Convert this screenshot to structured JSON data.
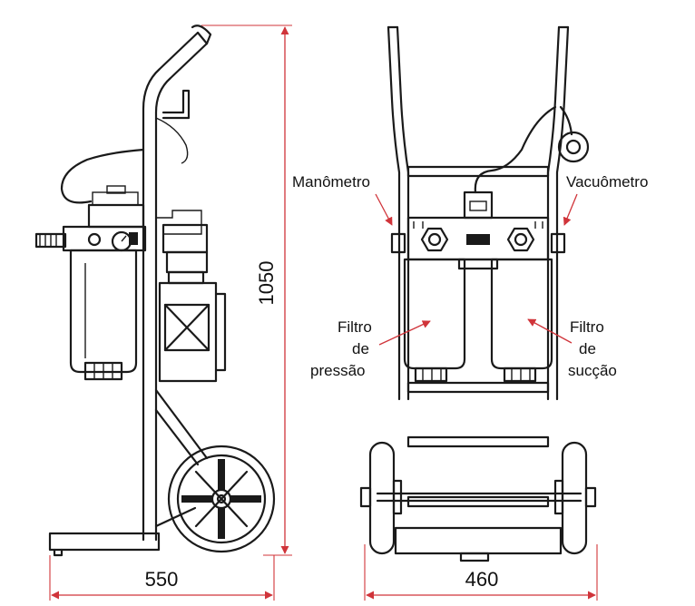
{
  "colors": {
    "dimension": "#d0343a",
    "outline": "#1a1a1a",
    "background": "#ffffff"
  },
  "dimensions": {
    "height": "1050",
    "side_width": "550",
    "front_width": "460"
  },
  "labels": {
    "manometer": "Manômetro",
    "vacuometer": "Vacuômetro",
    "pressure_filter": [
      "Filtro",
      "de",
      "pressão"
    ],
    "suction_filter": [
      "Filtro",
      "de",
      "sucção"
    ]
  }
}
